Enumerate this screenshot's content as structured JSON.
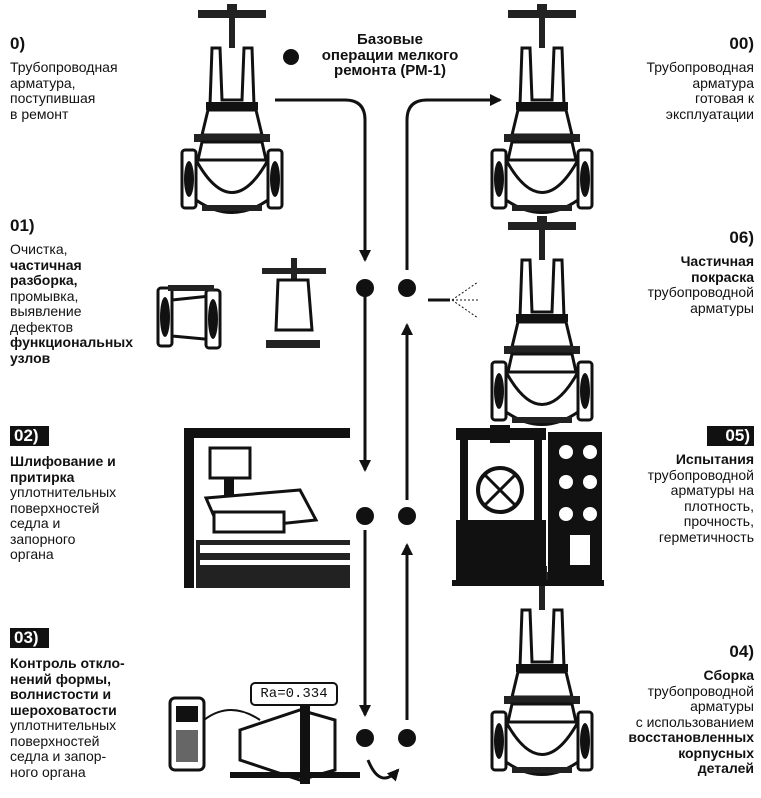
{
  "center_title": {
    "line1": "Базовые",
    "line2": "операции мелкого",
    "line3": "ремонта (РМ-1)"
  },
  "steps": {
    "s00": {
      "num": "0)",
      "lines": [
        "Трубопроводная",
        "арматура,",
        "поступившая",
        "в ремонт"
      ]
    },
    "s000": {
      "num": "00)",
      "lines": [
        "Трубопроводная",
        "арматура",
        "готовая к",
        "эксплуатации"
      ]
    },
    "s01": {
      "num": "01)",
      "lines": [
        "Очистка,",
        "частичная",
        "разборка,",
        "промывка,",
        "выявление",
        "дефектов",
        "функциональных",
        "узлов"
      ]
    },
    "s06": {
      "num": "06)",
      "lines": [
        "Частичная",
        "покраска",
        "трубопроводной",
        "арматуры"
      ]
    },
    "s02": {
      "num": "02)",
      "lines": [
        "Шлифование и",
        "притирка",
        "уплотнительных",
        "поверхностей",
        "седла и",
        "запорного",
        "органа"
      ]
    },
    "s05": {
      "num": "05)",
      "lines": [
        "Испытания",
        "трубопроводной",
        "арматуры на",
        "плотность,",
        "прочность,",
        "герметичность"
      ]
    },
    "s03": {
      "num": "03)",
      "lines": [
        "Контроль откло-",
        "нений формы,",
        "волнистости и",
        "шероховатости",
        "уплотнительных",
        "поверхностей",
        "седла и запор-",
        "ного органа"
      ]
    },
    "s04": {
      "num": "04)",
      "lines": [
        "Сборка",
        "трубопроводной",
        "арматуры",
        "с использованием",
        "восстановленных",
        "корпусных",
        "деталей"
      ]
    }
  },
  "ra_display": "Ra=0.334"
}
